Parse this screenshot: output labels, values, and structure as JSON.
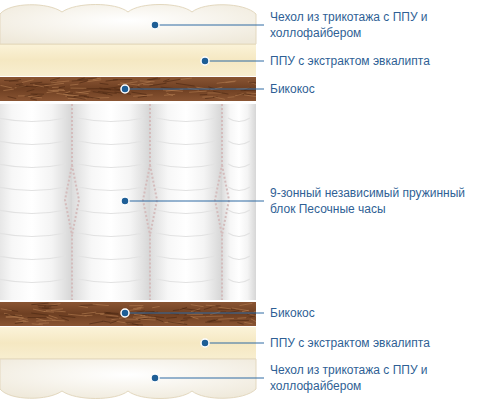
{
  "diagram": {
    "labels": [
      "Чехол из трикотажа с ППУ и холлофайбером",
      "ППУ с экстрактом эвкалипта",
      "Бикокос",
      "9-зонный независимый пружинный блок Песочные часы",
      "Бикокос",
      "ППУ с экстрактом эвкалипта",
      "Чехол из трикотажа с ППУ и холлофайбером"
    ]
  }
}
